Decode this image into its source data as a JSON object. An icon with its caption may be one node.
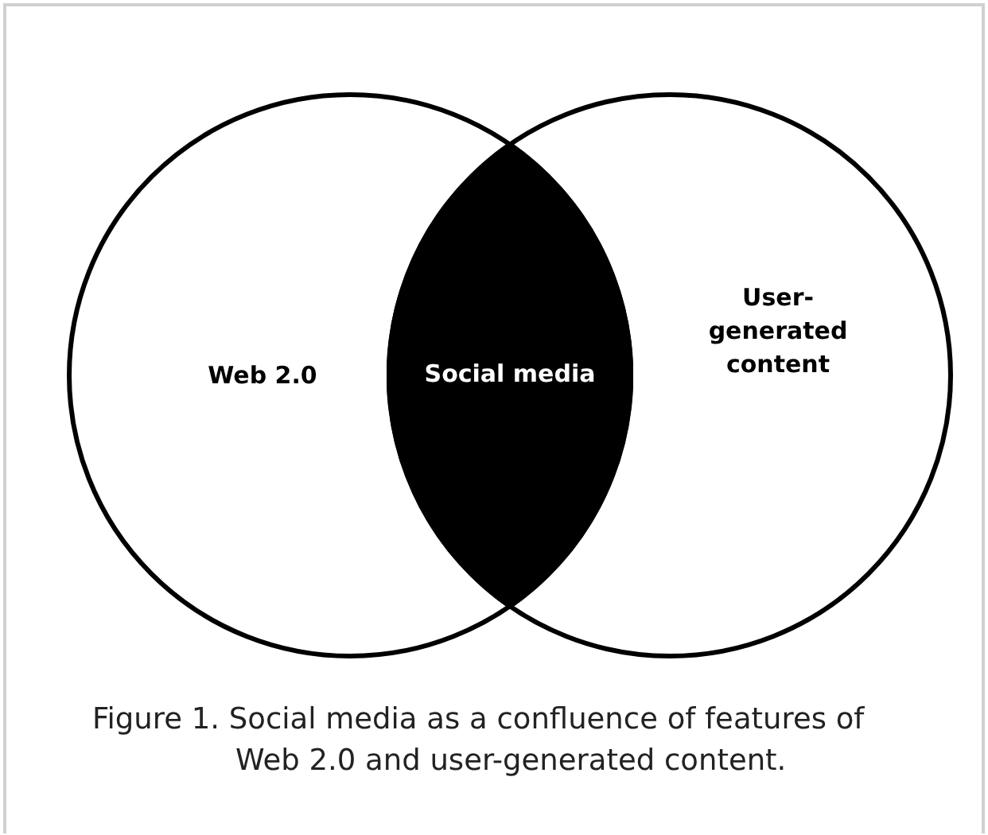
{
  "diagram": {
    "caption": "Figure 1. Social media as a confluence of features of Web 2.0 and user-generated content.",
    "nodes": [
      {
        "text": [
          "Web 2.0"
        ]
      },
      {
        "text": [
          "Social media"
        ]
      },
      {
        "text": [
          "User-generated content"
        ]
      }
    ]
  }
}
